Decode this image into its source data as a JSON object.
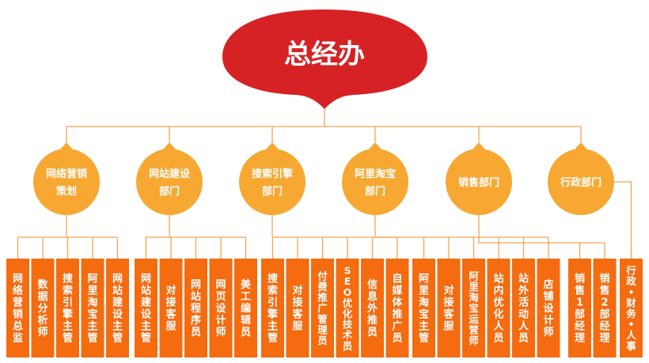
{
  "root": {
    "label": "总经办"
  },
  "colors": {
    "root": "#d62224",
    "dept": "#f7a833",
    "leaf": "#f46b10",
    "line": "#f2a457"
  },
  "departments": [
    {
      "lines": [
        "网络营销",
        "策划"
      ],
      "leaves": [
        "网络营销总监",
        "数据分析师",
        "搜索引擎主管",
        "阿里淘宝主管",
        "网站建设主管"
      ]
    },
    {
      "lines": [
        "网站建设",
        "部门"
      ],
      "leaves": [
        "网站建设主管",
        "对接客服",
        "网站程序员",
        "网页设计师",
        "美工编辑员"
      ]
    },
    {
      "lines": [
        "搜索引擎",
        "部门"
      ],
      "leaves": [
        "搜索引擎主管",
        "对接客服",
        "付费推广管理员",
        "SEO优化技术员",
        "信息外推员",
        "自媒体推广员"
      ]
    },
    {
      "lines": [
        "阿里淘宝",
        "部门"
      ],
      "leaves": [
        "阿里淘宝主管",
        "对接客服",
        "阿里淘宝运营师",
        "站内优化人员",
        "站外活动人员",
        "店铺设计师"
      ]
    },
    {
      "lines": [
        "销售部门"
      ],
      "leaves": [
        "销售1部经理",
        "销售2部经理"
      ]
    },
    {
      "lines": [
        "行政部门"
      ],
      "leaves": [
        "行政•财务•人事"
      ]
    }
  ]
}
